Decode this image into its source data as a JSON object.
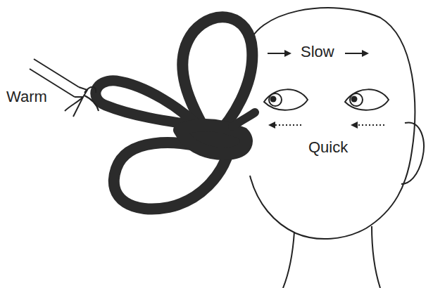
{
  "diagram": {
    "labels": [
      "Warm",
      "Slow",
      "Quick"
    ]
  }
}
